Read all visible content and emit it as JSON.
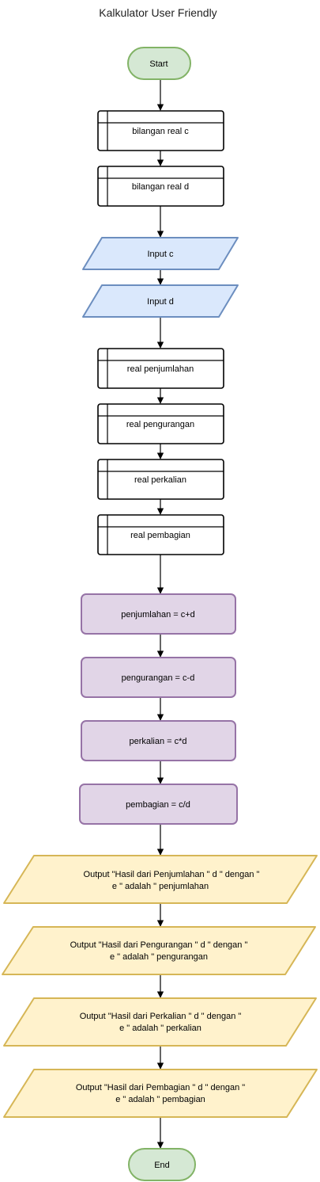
{
  "title": "Kalkulator User Friendly",
  "colors": {
    "terminal_fill": "#d5e8d4",
    "terminal_stroke": "#82b366",
    "input_fill": "#dae8fc",
    "input_stroke": "#6c8ebf",
    "process_fill": "#e1d5e7",
    "process_stroke": "#9673a6",
    "output_fill": "#fff2cc",
    "output_stroke": "#d6b656",
    "decl_stroke": "#000000"
  },
  "nodes": {
    "start": {
      "label": "Start"
    },
    "decl_c": {
      "label": "bilangan real c"
    },
    "decl_d": {
      "label": "bilangan real d"
    },
    "input_c": {
      "label": "Input c"
    },
    "input_d": {
      "label": "Input d"
    },
    "decl_penjumlahan": {
      "label": "real penjumlahan"
    },
    "decl_pengurangan": {
      "label": "real pengurangan"
    },
    "decl_perkalian": {
      "label": "real perkalian"
    },
    "decl_pembagian": {
      "label": "real pembagian"
    },
    "proc_penjumlahan": {
      "label": "penjumlahan = c+d"
    },
    "proc_pengurangan": {
      "label": "pengurangan = c-d"
    },
    "proc_perkalian": {
      "label": "perkalian = c*d"
    },
    "proc_pembagian": {
      "label": "pembagian = c/d"
    },
    "out_penjumlahan": {
      "line1": "Output \"Hasil dari Penjumlahan \" d \" dengan \"",
      "line2": "e \" adalah \" penjumlahan"
    },
    "out_pengurangan": {
      "line1": "Output \"Hasil dari Pengurangan \" d \" dengan \"",
      "line2": "e \" adalah \" pengurangan"
    },
    "out_perkalian": {
      "line1": "Output \"Hasil dari Perkalian \" d \" dengan \"",
      "line2": "e \" adalah \" perkalian"
    },
    "out_pembagian": {
      "line1": "Output \"Hasil dari Pembagian \" d \" dengan \"",
      "line2": "e \" adalah \" pembagian"
    },
    "end": {
      "label": "End"
    }
  }
}
